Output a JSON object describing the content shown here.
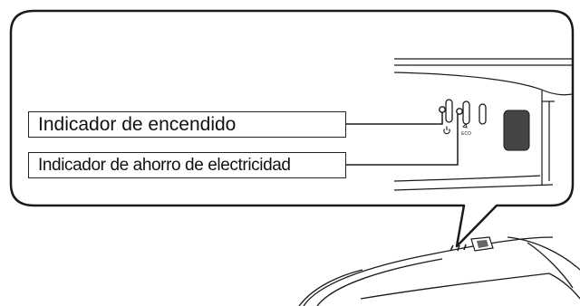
{
  "labels": {
    "power_indicator": "Indicador de encendido",
    "eco_indicator": "Indicador de ahorro de electricidad"
  },
  "icons": {
    "power": "power-icon",
    "eco": "eco-icon",
    "eco_text": "ECO"
  },
  "colors": {
    "outline": "#1a1a1a",
    "sensor_window": "#444444",
    "background": "#ffffff"
  }
}
